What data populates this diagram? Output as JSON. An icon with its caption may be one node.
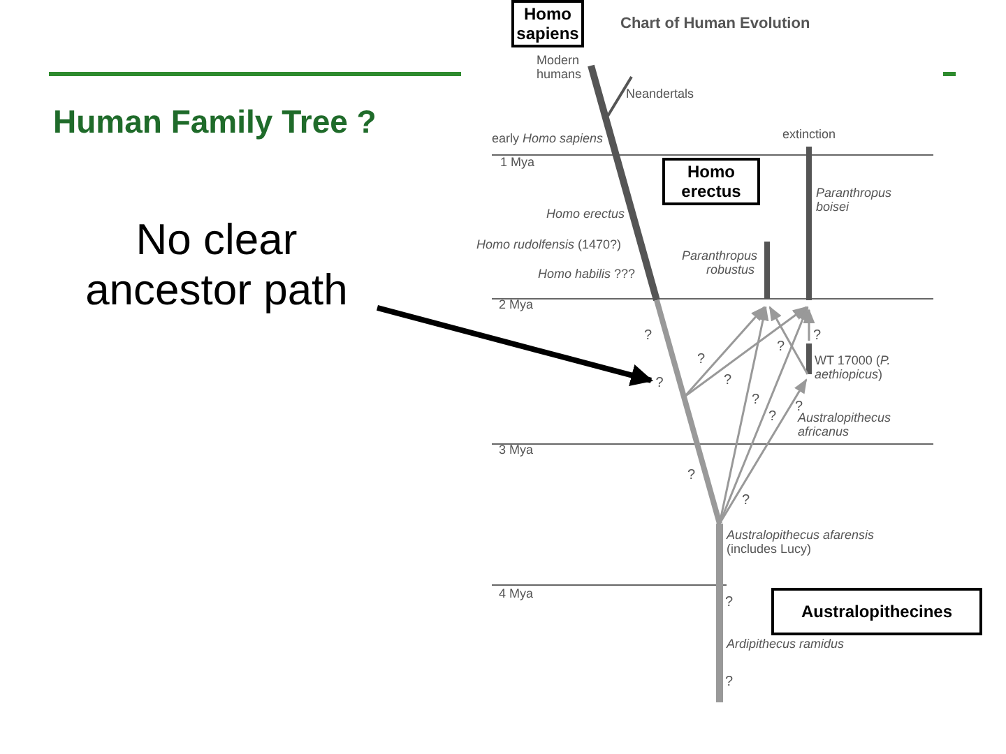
{
  "diagram": {
    "title": "Human Family Tree ?",
    "nodes": [
      {
        "text": [
          "Homo sapiens"
        ]
      },
      {
        "text": [
          "Homo erectus"
        ]
      },
      {
        "text": [
          "No clear ancestor path"
        ]
      },
      {
        "text": [
          "?"
        ]
      },
      {
        "text": [
          "Australopithecines"
        ]
      }
    ],
    "edges": [
      {
        "from": 2,
        "to": 3,
        "arrow": "to"
      }
    ],
    "labels": [
      "Chart of Human Evolution",
      "Modern humans",
      "Neandertals",
      "early *Homo sapiens*",
      "extinction",
      "1 Mya",
      "Paranthropus boisei",
      "Homo erectus",
      "*Homo rudolfensis* (1470?)",
      "*Homo habilis* ???",
      "Paranthropus robustus",
      "2 Mya",
      "?",
      "?",
      "?",
      "?",
      "?",
      "WT 17000 (*P. aethiopicus*)",
      "?",
      "?",
      "?",
      "Australopithecus africanus",
      "3 Mya",
      "?",
      "?",
      "*Australopithecus afarensis* (includes Lucy)",
      "4 Mya",
      "?",
      "Ardipithecus ramidus",
      "?"
    ]
  }
}
